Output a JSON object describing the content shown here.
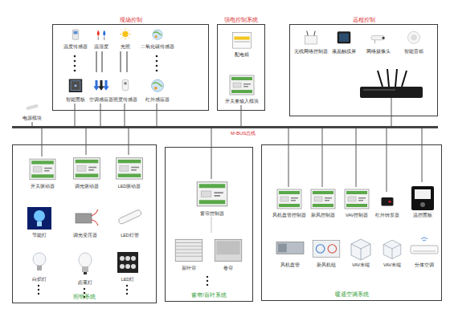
{
  "diagram": {
    "nodes": [
      {
        "text": [
          "现场控制"
        ]
      },
      {
        "text": [
          "温度传感器"
        ],
        "in": 0
      },
      {
        "text": [
          "温湿度"
        ],
        "in": 0
      },
      {
        "text": [
          "光照"
        ],
        "in": 0
      },
      {
        "text": [
          "二氧化碳传感器"
        ],
        "in": 0
      },
      {
        "text": [
          "智能面板"
        ],
        "in": 0
      },
      {
        "text": [
          "空调感应器"
        ],
        "in": 0
      },
      {
        "text": [
          "照度传感器"
        ],
        "in": 0
      },
      {
        "text": [
          "红外感应器"
        ],
        "in": 0
      },
      {
        "text": [
          "强电控制系统"
        ]
      },
      {
        "text": [
          "配电箱"
        ],
        "in": 9
      },
      {
        "text": [
          "开关量输入模块"
        ],
        "in": 9
      },
      {
        "text": [
          "远程控制"
        ]
      },
      {
        "text": [
          "无线网络控制器"
        ],
        "in": 12
      },
      {
        "text": [
          "液晶触摸屏"
        ],
        "in": 12
      },
      {
        "text": [
          "网络摄像头"
        ],
        "in": 12
      },
      {
        "text": [
          "智能音箱"
        ],
        "in": 12
      },
      {
        "text": [
          "M-BUS总线"
        ]
      },
      {
        "text": [
          "电源模块"
        ]
      },
      {
        "text": [
          "照明系统"
        ]
      },
      {
        "text": [
          "开关驱动器"
        ],
        "in": 19
      },
      {
        "text": [
          "调光驱动器"
        ],
        "in": 19
      },
      {
        "text": [
          "LED驱动器"
        ],
        "in": 19
      },
      {
        "text": [
          "节能灯"
        ],
        "in": 19
      },
      {
        "text": [
          "调光变压器"
        ],
        "in": 19
      },
      {
        "text": [
          "LED灯管"
        ],
        "in": 19
      },
      {
        "text": [
          "白炽灯"
        ],
        "in": 19
      },
      {
        "text": [
          "卤素灯"
        ],
        "in": 19
      },
      {
        "text": [
          "LED灯"
        ],
        "in": 19
      },
      {
        "text": [
          "窗帘/百叶系统"
        ]
      },
      {
        "text": [
          "窗帘控制器"
        ],
        "in": 29
      },
      {
        "text": [
          "百叶帘"
        ],
        "in": 29
      },
      {
        "text": [
          "卷帘"
        ],
        "in": 29
      },
      {
        "text": [
          "暖通空调系统"
        ]
      },
      {
        "text": [
          "风机盘管控制器"
        ],
        "in": 33
      },
      {
        "text": [
          "新风控制器"
        ],
        "in": 33
      },
      {
        "text": [
          "VAV控制器"
        ],
        "in": 33
      },
      {
        "text": [
          "红外转发器"
        ],
        "in": 33
      },
      {
        "text": [
          "温控面板"
        ],
        "in": 33
      },
      {
        "text": [
          "风机盘管"
        ],
        "in": 33
      },
      {
        "text": [
          "新风机组"
        ],
        "in": 33
      },
      {
        "text": [
          "VAV末端"
        ],
        "in": 33
      },
      {
        "text": [
          "VAV末端"
        ],
        "in": 33
      },
      {
        "text": [
          "分体空调"
        ],
        "in": 33
      }
    ],
    "edges": [
      {
        "from": 5,
        "to": 17,
        "arrow": "none"
      },
      {
        "from": 6,
        "to": 17,
        "arrow": "none"
      },
      {
        "from": 7,
        "to": 17,
        "arrow": "none"
      },
      {
        "from": 8,
        "to": 17,
        "arrow": "none"
      },
      {
        "from": 11,
        "to": 17,
        "arrow": "none"
      },
      {
        "from": 12,
        "to": 17,
        "arrow": "none"
      },
      {
        "from": 18,
        "to": 17,
        "arrow": "none"
      },
      {
        "from": 20,
        "to": 17,
        "arrow": "none"
      },
      {
        "from": 21,
        "to": 17,
        "arrow": "none"
      },
      {
        "from": 22,
        "to": 17,
        "arrow": "none"
      },
      {
        "from": 30,
        "to": 17,
        "arrow": "none"
      },
      {
        "from": 34,
        "to": 17,
        "arrow": "none"
      },
      {
        "from": 35,
        "to": 17,
        "arrow": "none"
      },
      {
        "from": 36,
        "to": 17,
        "arrow": "none"
      },
      {
        "from": 37,
        "to": 17,
        "arrow": "none"
      },
      {
        "from": 38,
        "to": 17,
        "arrow": "none"
      }
    ]
  }
}
